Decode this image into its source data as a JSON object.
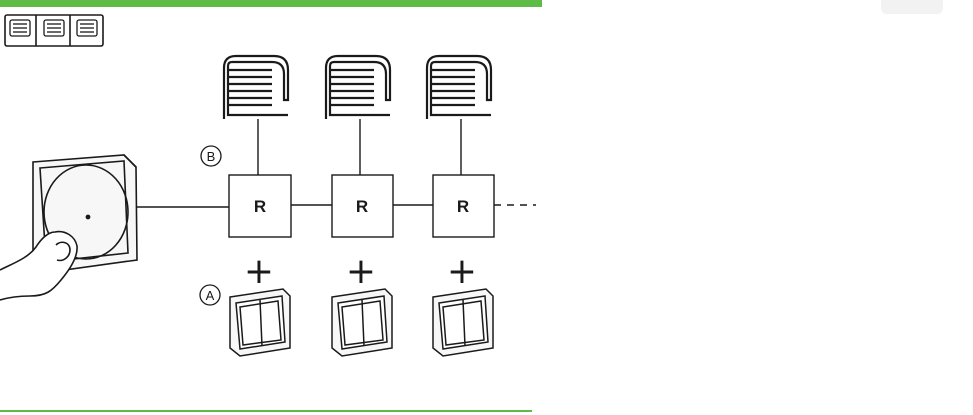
{
  "labels": {
    "relay_a": "R",
    "relay_b": "R",
    "relay_c": "R",
    "marker_b": "B",
    "marker_a": "A",
    "plus": "+"
  },
  "colors": {
    "accent_green": "#5dbb46",
    "line": "#1a1a1a",
    "panel_fill": "#f7f7f7"
  },
  "icons": [
    "blind-group-icon",
    "roller-blind-icon",
    "relay-box",
    "dimmer-knob-icon",
    "double-rocker-switch-icon",
    "hand-icon"
  ]
}
